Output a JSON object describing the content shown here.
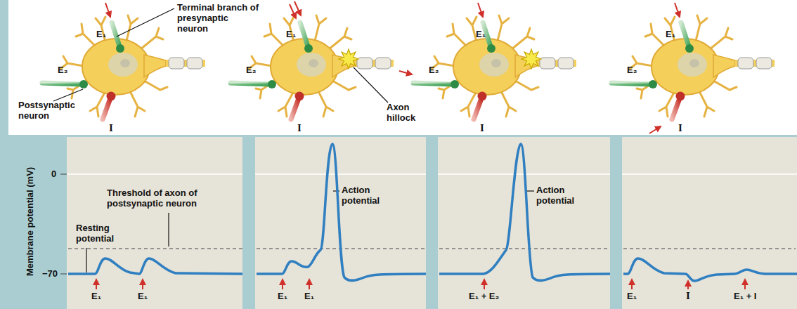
{
  "diagram": {
    "labels": [
      "E₁",
      "Terminal branch of presynaptic neuron",
      "E₂",
      "Postsynaptic neuron",
      "I",
      "E₁",
      "E₂",
      "Axon hillock",
      "I",
      "E₁",
      "E₂",
      "I",
      "E₁",
      "E₂",
      "I",
      "Membrane potential (mV)",
      "0",
      "−70",
      "Threshold of axon of postsynaptic neuron",
      "Resting potential",
      "E₁",
      "E₁",
      "Action potential",
      "E₁",
      "E₁",
      "Action potential",
      "E₁ + E₂",
      "E₁",
      "I",
      "E₁ + I"
    ]
  }
}
